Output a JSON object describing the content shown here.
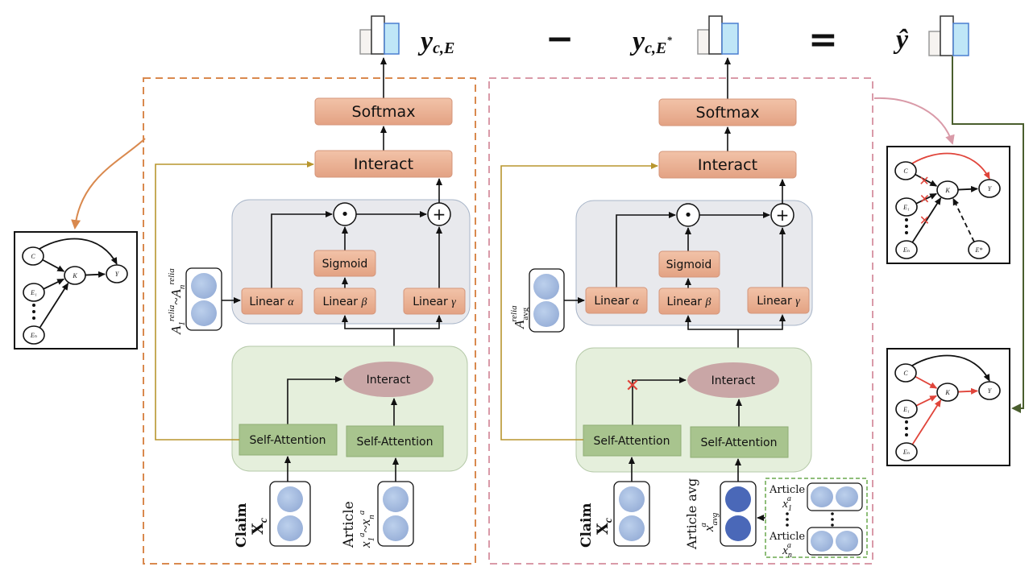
{
  "equation": {
    "term1": {
      "base": "y",
      "sub": "c,E"
    },
    "minus": "−",
    "term2": {
      "base": "y",
      "sub": "c,E",
      "sup": "*"
    },
    "equals": "=",
    "result": "ŷ"
  },
  "left_panel": {
    "softmax": "Softmax",
    "interact": "Interact",
    "sigmoid": "Sigmoid",
    "odot": "•",
    "plus": "+",
    "linear_alpha": {
      "text": "Linear ",
      "greek": "α"
    },
    "linear_beta": {
      "text": "Linear ",
      "greek": "β"
    },
    "linear_gamma": {
      "text": "Linear ",
      "greek": "γ"
    },
    "interact_ellipse": "Interact",
    "self_attention_1": "Self-Attention",
    "self_attention_2": "Self-Attention",
    "relia_label": {
      "a1": "A",
      "sub1": "1",
      "sup1": "relia",
      "tilde": "~",
      "an": "A",
      "subn": "n",
      "supn": "relia"
    },
    "claim_label": {
      "word": "Claim",
      "var": "X",
      "sub": "c"
    },
    "article_label": {
      "word": "Article",
      "var1": "x",
      "sub1": "1",
      "sup1": "a",
      "tilde": "~",
      "var2": "x",
      "sub2": "n",
      "sup2": "a"
    }
  },
  "right_panel": {
    "softmax": "Softmax",
    "interact": "Interact",
    "sigmoid": "Sigmoid",
    "odot": "•",
    "plus": "+",
    "linear_alpha": {
      "text": "Linear ",
      "greek": "α"
    },
    "linear_beta": {
      "text": "Linear ",
      "greek": "β"
    },
    "linear_gamma": {
      "text": "Linear ",
      "greek": "γ"
    },
    "interact_ellipse": "Interact",
    "self_attention_1": "Self-Attention",
    "self_attention_2": "Self-Attention",
    "blocked_mark": "✕",
    "relia_label": {
      "a": "A",
      "sub": "avg",
      "sup": "relia"
    },
    "claim_label": {
      "word": "Claim",
      "var": "X",
      "sub": "c"
    },
    "article_avg_label": {
      "word": "Article avg",
      "var": "x",
      "sub": "avg",
      "sup": "a"
    },
    "article_list": [
      {
        "word": "Article",
        "var": "x",
        "sub": "1",
        "sup": "a"
      },
      {
        "word": "Article",
        "var": "x",
        "sub": "n",
        "sup": "a"
      }
    ]
  },
  "causal_graphs": [
    {
      "name": "graph-full",
      "nodes": {
        "C": "C",
        "K": "K",
        "Y": "Y",
        "E1": "E₁",
        "En": "Eₙ"
      }
    },
    {
      "name": "graph-counterfactual",
      "nodes": {
        "C": "C",
        "K": "K",
        "Y": "Y",
        "E1": "E₁",
        "En": "Eₙ",
        "Es": "E*"
      }
    },
    {
      "name": "graph-effect",
      "nodes": {
        "C": "C",
        "K": "K",
        "Y": "Y",
        "E1": "E₁",
        "En": "Eₙ"
      }
    }
  ],
  "colors": {
    "orange_box": "#d9894e",
    "pink_box": "#d99aa8",
    "block_fill": "#e8ad8e",
    "gray_panel": "#e8e9ed",
    "green_panel": "#e5efdc",
    "self_attention": "#a8c48e",
    "interact_ellipse": "#c9a6a6",
    "embed_light": "#a9bfe0",
    "embed_dark": "#4a68b8",
    "gold_line": "#b8962e",
    "green_line": "#4a5e2e",
    "red": "#e0443a"
  }
}
